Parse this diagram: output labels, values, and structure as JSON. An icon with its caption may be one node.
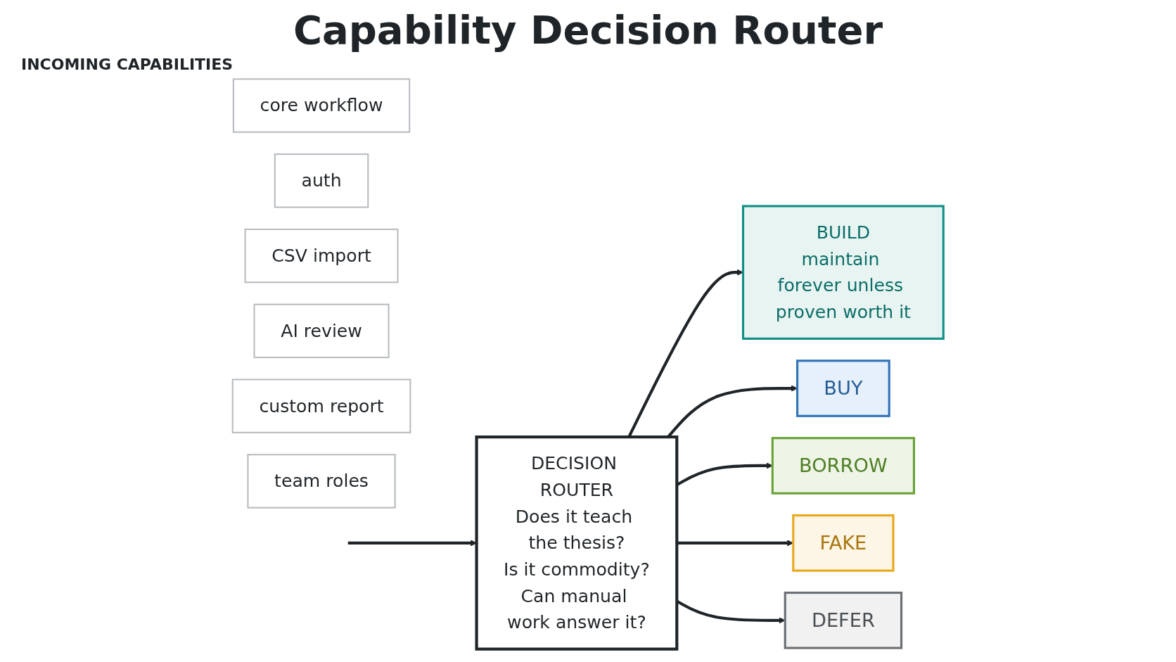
{
  "diagram": {
    "title": "Capability Decision Router",
    "nodes": [
      {
        "text": [
          "core workflow"
        ]
      },
      {
        "text": [
          "auth"
        ]
      },
      {
        "text": [
          "CSV import"
        ]
      },
      {
        "text": [
          "AI review"
        ]
      },
      {
        "text": [
          "custom report"
        ]
      },
      {
        "text": [
          "team roles"
        ]
      },
      {
        "text": [
          "DECISION ROUTER",
          "Does it teach the thesis?",
          "Is it commodity?",
          "Can manual work answer it?"
        ]
      },
      {
        "text": [
          "BUILD",
          "maintain forever unless proven worth it"
        ]
      },
      {
        "text": [
          "BUY"
        ]
      },
      {
        "text": [
          "BORROW"
        ]
      },
      {
        "text": [
          "FAKE"
        ]
      },
      {
        "text": [
          "DEFER"
        ]
      }
    ],
    "edges": [
      {
        "from": null,
        "to": 6,
        "arrow": "to"
      },
      {
        "from": 6,
        "to": 7,
        "arrow": "to"
      },
      {
        "from": 6,
        "to": 8,
        "arrow": "to"
      },
      {
        "from": 6,
        "to": 9,
        "arrow": "to"
      },
      {
        "from": 6,
        "to": 10,
        "arrow": "to"
      },
      {
        "from": 6,
        "to": 11,
        "arrow": "to"
      }
    ],
    "labels": [
      "INCOMING CAPABILITIES"
    ]
  }
}
